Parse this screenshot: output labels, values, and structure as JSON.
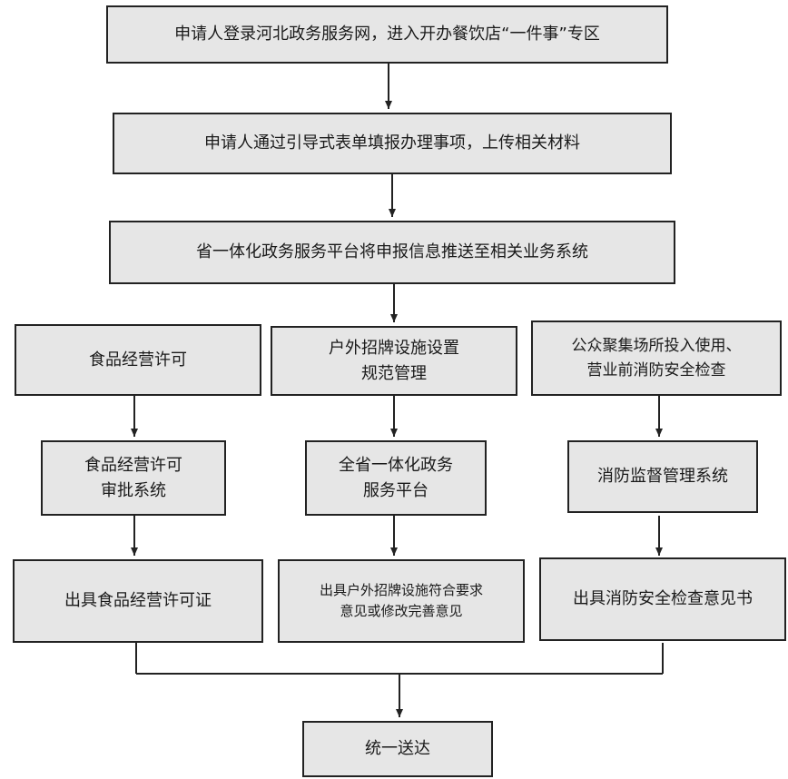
{
  "steps": {
    "login": "申请人登录河北政务服务网，进入开办餐饮店“一件事”专区",
    "fill_form": "申请人通过引导式表单填报办理事项，上传相关材料",
    "push_info": "省一体化政务服务平台将申报信息推送至相关业务系统",
    "food_permit": "食品经营许可",
    "signage": "户外招牌设施设置\n规范管理",
    "fire_safety": "公众聚集场所投入使用、\n营业前消防安全检查",
    "food_system": "食品经营许可\n审批系统",
    "gov_platform": "全省一体化政务\n服务平台",
    "fire_system": "消防监督管理系统",
    "food_cert": "出具食品经营许可证",
    "signage_opinion": "出具户外招牌设施符合要求\n意见或修改完善意见",
    "fire_opinion": "出具消防安全检查意见书",
    "delivery": "统一送达"
  }
}
